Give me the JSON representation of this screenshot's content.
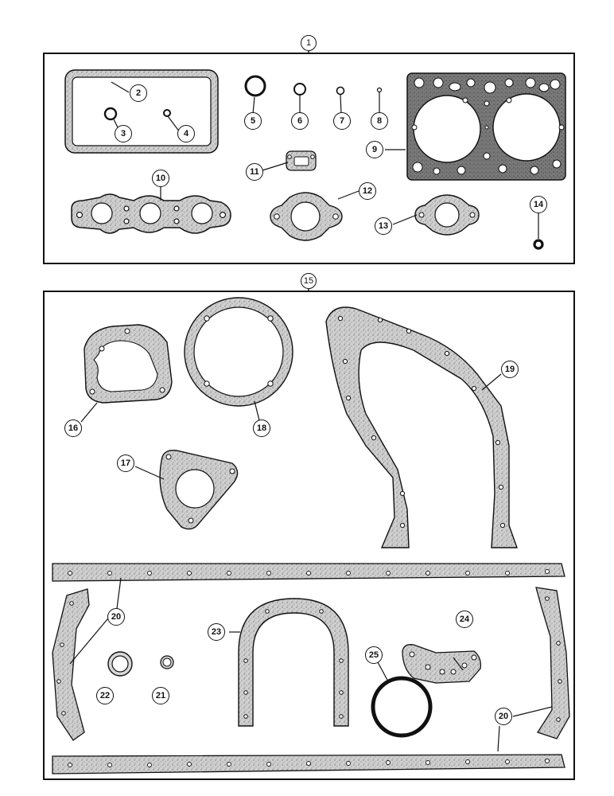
{
  "figure": {
    "group_callouts": [
      "1",
      "15"
    ],
    "part_callouts": [
      "2",
      "3",
      "4",
      "5",
      "6",
      "7",
      "8",
      "9",
      "10",
      "11",
      "12",
      "13",
      "14",
      "16",
      "17",
      "18",
      "19",
      "20",
      "20",
      "21",
      "22",
      "23",
      "24",
      "25"
    ]
  },
  "colors": {
    "gasket_fill": "#c9c9c9",
    "gasket_dark": "#6b6b6b",
    "outline": "#111111",
    "background": "#ffffff"
  }
}
